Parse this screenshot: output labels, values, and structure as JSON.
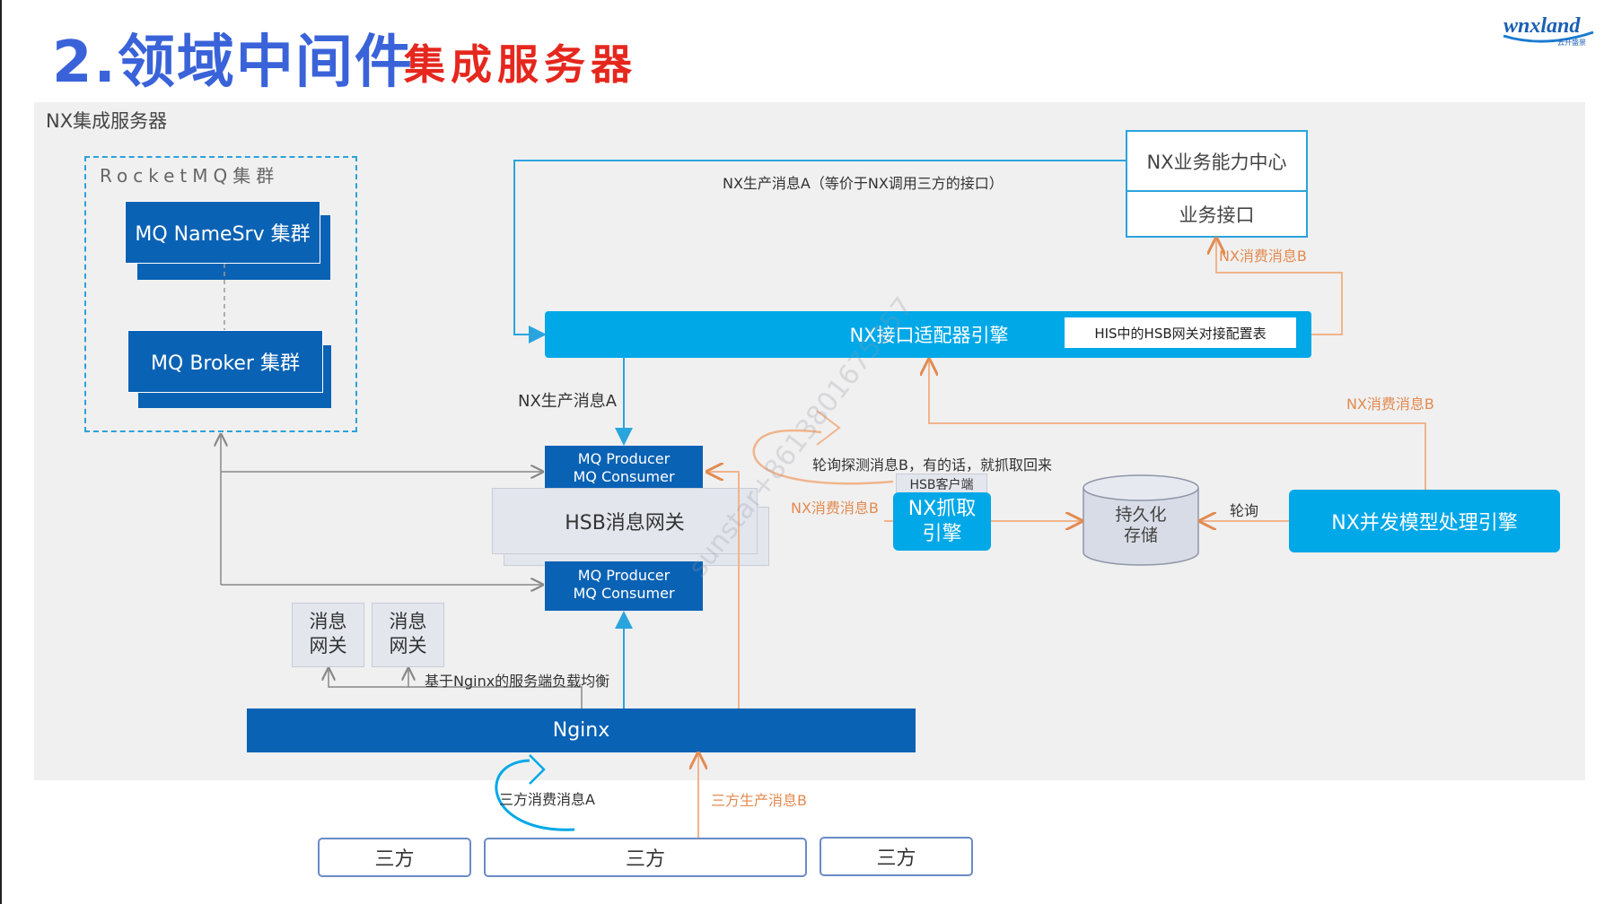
{
  "slide": {
    "title_number": "2.领域中间件",
    "title_sub": "集成服务器",
    "logo_text": "wnxland",
    "logo_subtext": "云升盛景"
  },
  "diagram": {
    "panel_label": "NX集成服务器",
    "rocketmq": {
      "label": "RocketMQ集群",
      "namesrv": "MQ NameSrv 集群",
      "broker": "MQ Broker 集群"
    },
    "business_center": {
      "title": "NX业务能力中心",
      "interface": "业务接口"
    },
    "adapter_engine": {
      "label": "NX接口适配器引擎",
      "config_table": "HIS中的HSB网关对接配置表"
    },
    "hsb_gateway": {
      "label": "HSB消息网关",
      "top_mq_line1": "MQ Producer",
      "top_mq_line2": "MQ Consumer",
      "bottom_mq_line1": "MQ Producer",
      "bottom_mq_line2": "MQ Consumer"
    },
    "hsb_client": "HSB客户端",
    "fetch_engine_line1": "NX抓取",
    "fetch_engine_line2": "引擎",
    "storage_line1": "持久化",
    "storage_line2": "存储",
    "concurrency_engine": "NX并发模型处理引擎",
    "msg_gateway_1_line1": "消息",
    "msg_gateway_1_line2": "网关",
    "msg_gateway_2_line1": "消息",
    "msg_gateway_2_line2": "网关",
    "nginx": "Nginx",
    "third_parties": [
      "三方",
      "三方",
      "三方"
    ],
    "labels": {
      "produce_a_top": "NX生产消息A（等价于NX调用三方的接口）",
      "consume_b_top": "NX消费消息B",
      "produce_a_mid": "NX生产消息A",
      "consume_b_right": "NX消费消息B",
      "poll_detect": "轮询探测消息B，有的话，就抓取回来",
      "consume_b_left": "NX消费消息B",
      "poll": "轮询",
      "nginx_lb": "基于Nginx的服务端负载均衡",
      "third_consume_a": "三方消费消息A",
      "third_produce_b": "三方生产消息B"
    },
    "watermark": "sunstar+8613801675257"
  },
  "colors": {
    "title_blue": "#3a63d9",
    "title_red": "#e5271e",
    "dark_blue": "#0a62b4",
    "cyan": "#00a8e8",
    "orange_line": "#f0b48c",
    "orange_text": "#e38a50",
    "blue_line": "#2aa4dd",
    "gray_line": "#999999"
  }
}
